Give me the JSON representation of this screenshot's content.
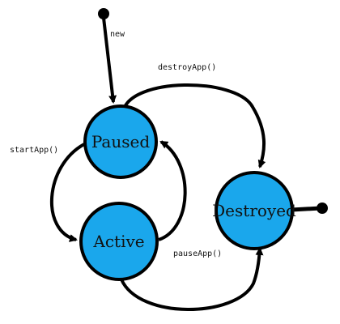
{
  "states": {
    "paused": "Paused",
    "active": "Active",
    "destroyed": "Destroyed"
  },
  "transitions": {
    "new": "new",
    "start_app": "startApp()",
    "pause_app": "pauseApp()",
    "destroy_app": "destroyApp()"
  },
  "colors": {
    "state_fill": "#1aa7ec",
    "stroke": "#000000",
    "background": "#ffffff"
  }
}
